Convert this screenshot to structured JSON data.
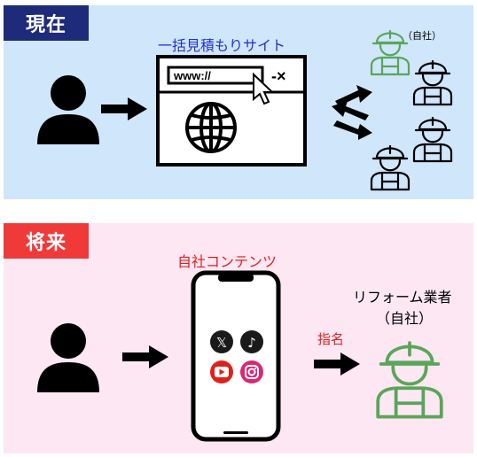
{
  "current": {
    "tag": "現在",
    "site_label": "一括見積もりサイト",
    "url_text": "www://",
    "window_controls": "-×",
    "own_company_note": "（自社）",
    "colors": {
      "tag_bg": "#1e2a7a",
      "panel_bg": "#cfe6fb",
      "site_label": "#2233cc",
      "own_worker": "#5aa55a"
    }
  },
  "future": {
    "tag": "将来",
    "content_label": "自社コンテンツ",
    "nomination_label": "指名",
    "contractor_label_line1": "リフォーム業者",
    "contractor_label_line2": "（自社）",
    "apps": [
      "x-icon",
      "tiktok-icon",
      "youtube-icon",
      "instagram-icon"
    ],
    "colors": {
      "tag_bg": "#f03a3a",
      "panel_bg": "#fde7f3",
      "accent_text": "#e02020",
      "worker": "#5aa55a"
    }
  }
}
